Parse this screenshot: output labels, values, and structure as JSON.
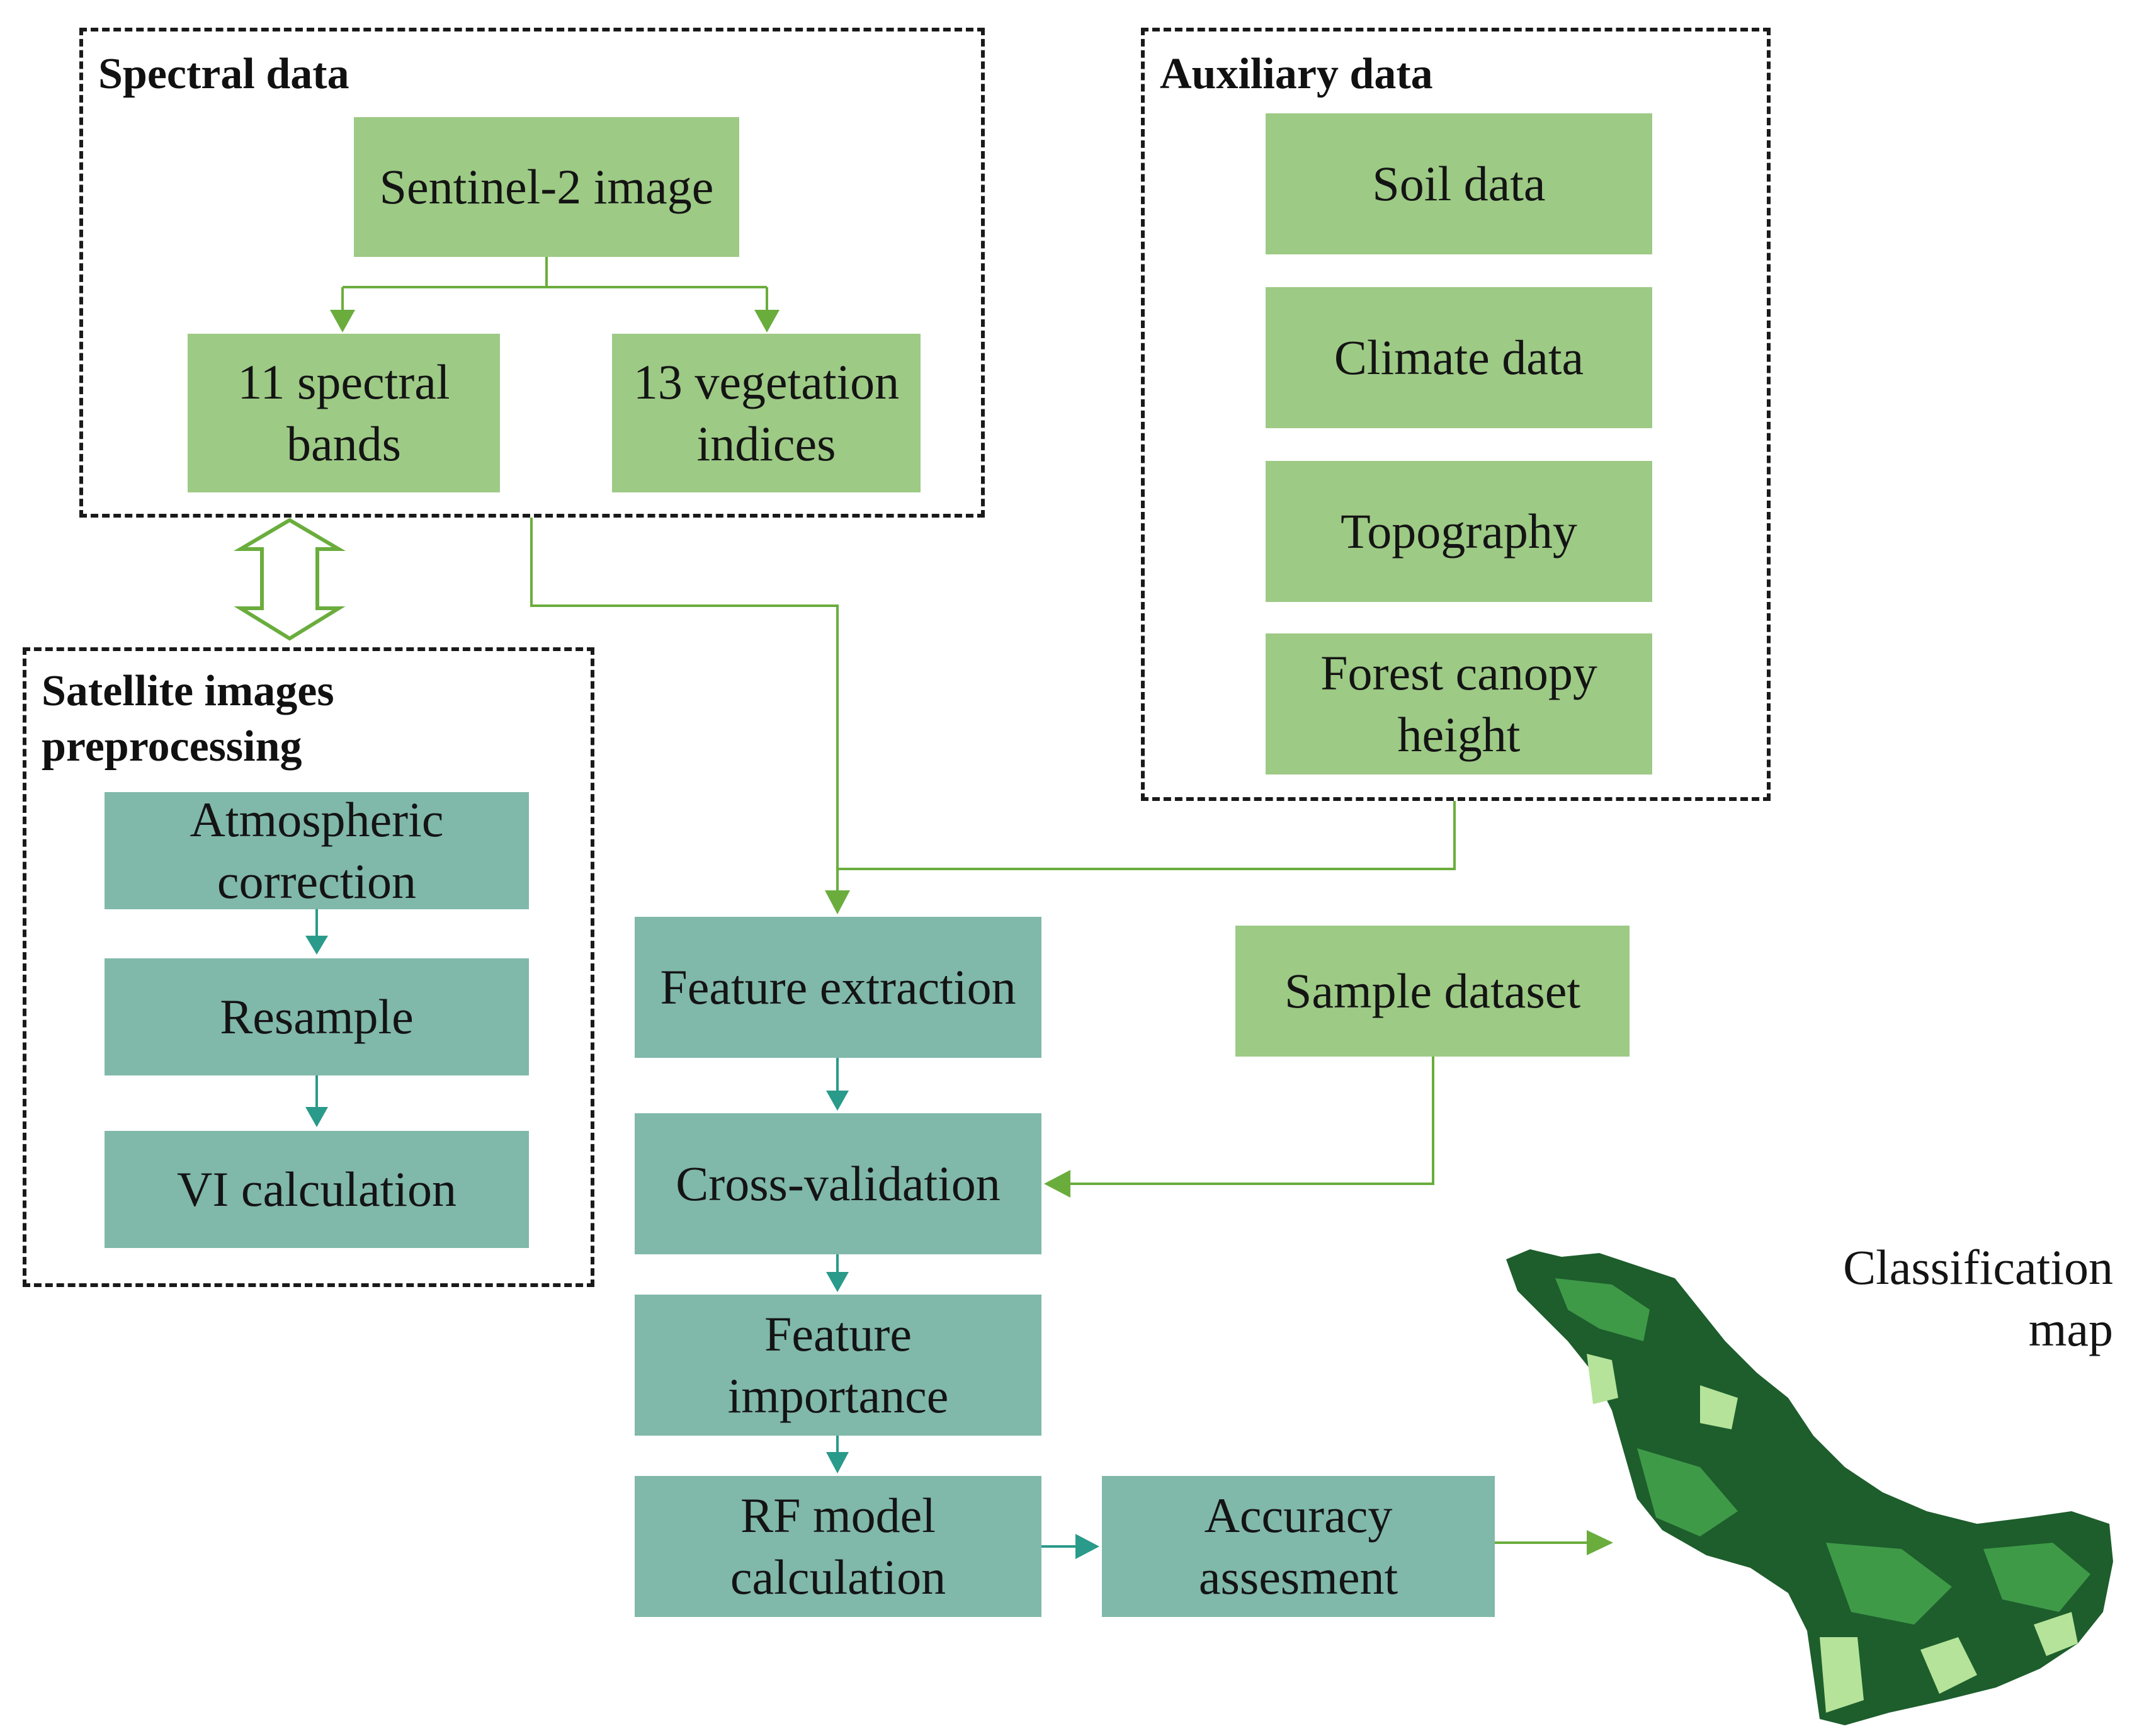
{
  "groups": {
    "spectral": {
      "title": "Spectral data"
    },
    "auxiliary": {
      "title": "Auxiliary data"
    },
    "preprocessing": {
      "title": "Satellite images\npreprocessing"
    }
  },
  "nodes": {
    "sentinel": "Sentinel-2 image",
    "spectral_bands": "11 spectral\nbands",
    "vegetation_indices": "13 vegetation\nindices",
    "soil": "Soil data",
    "climate": "Climate data",
    "topography": "Topography",
    "canopy": "Forest canopy\nheight",
    "atmospheric": "Atmospheric\ncorrection",
    "resample": "Resample",
    "vi_calc": "VI calculation",
    "feature_extraction": "Feature extraction",
    "sample_dataset": "Sample dataset",
    "cross_validation": "Cross-validation",
    "feature_importance": "Feature\nimportance",
    "rf_model": "RF model\ncalculation",
    "accuracy": "Accuracy\nassesment"
  },
  "map": {
    "caption": "Classification\nmap"
  },
  "colors": {
    "green_box": "#9dca85",
    "teal_box": "#80b8aa",
    "green_line": "#6aad3d",
    "teal_line": "#2a9a8a",
    "map_dark": "#1d5e2c",
    "map_mid": "#3f9a48",
    "map_light": "#b5e39a"
  }
}
